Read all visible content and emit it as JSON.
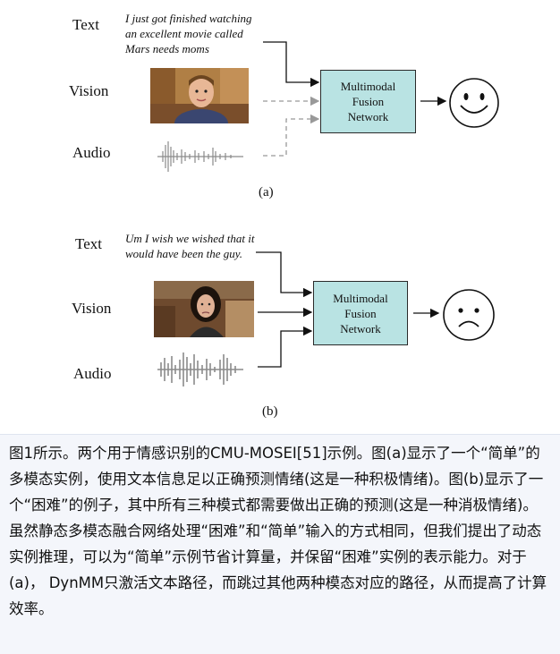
{
  "figure_a": {
    "labels": {
      "text": "Text",
      "vision": "Vision",
      "audio": "Audio"
    },
    "quote": [
      "I just got finished watching",
      "an excellent movie called",
      "Mars needs moms"
    ],
    "fusion": [
      "Multimodal",
      "Fusion",
      "Network"
    ],
    "caption": "(a)",
    "output_face": "happy-face"
  },
  "figure_b": {
    "labels": {
      "text": "Text",
      "vision": "Vision",
      "audio": "Audio"
    },
    "quote": [
      "Um I wish we wished that it",
      "would have been the guy."
    ],
    "fusion": [
      "Multimodal",
      "Fusion",
      "Network"
    ],
    "caption": "(b)",
    "output_face": "sad-face"
  },
  "description": "图1所示。两个用于情感识别的CMU-MOSEI[51]示例。图(a)显示了一个“简单”的多模态实例，使用文本信息足以正确预测情绪(这是一种积极情绪)。图(b)显示了一个“困难”的例子，其中所有三种模式都需要做出正确的预测(这是一种消极情绪)。虽然静态多模态融合网络处理“困难”和“简单”输入的方式相同，但我们提出了动态实例推理，可以为“简单”示例节省计算量，并保留“困难”实例的表示能力。对于(a)， DynMM只激活文本路径，而跳过其他两种模态对应的路径，从而提高了计算效率。"
}
